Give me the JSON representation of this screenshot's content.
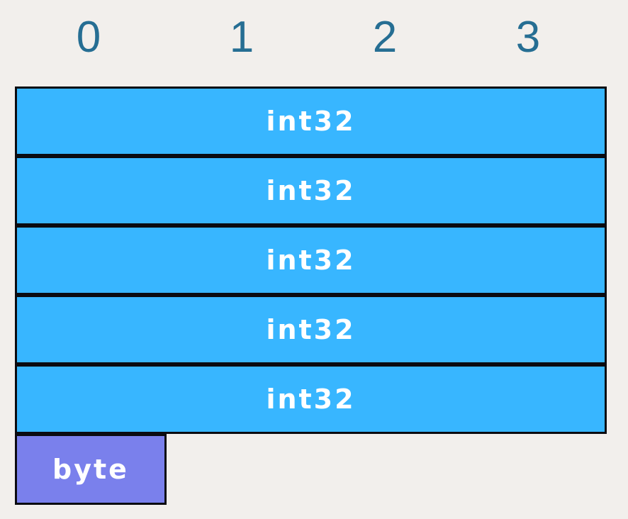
{
  "title": "Memory layout diagram",
  "colors": {
    "background": "#f2efec",
    "cell_blue": "#38b6ff",
    "cell_purple": "#7a80ec",
    "border": "#0b0b10",
    "header_text": "#266e93",
    "cell_text": "#ffffff"
  },
  "header": {
    "labels": [
      "0",
      "1",
      "2",
      "3"
    ]
  },
  "memory": {
    "rows": [
      {
        "label": "int32",
        "span": 4
      },
      {
        "label": "int32",
        "span": 4
      },
      {
        "label": "int32",
        "span": 4
      },
      {
        "label": "int32",
        "span": 4
      },
      {
        "label": "int32",
        "span": 4
      }
    ],
    "byte": {
      "label": "byte",
      "span": 1
    }
  }
}
